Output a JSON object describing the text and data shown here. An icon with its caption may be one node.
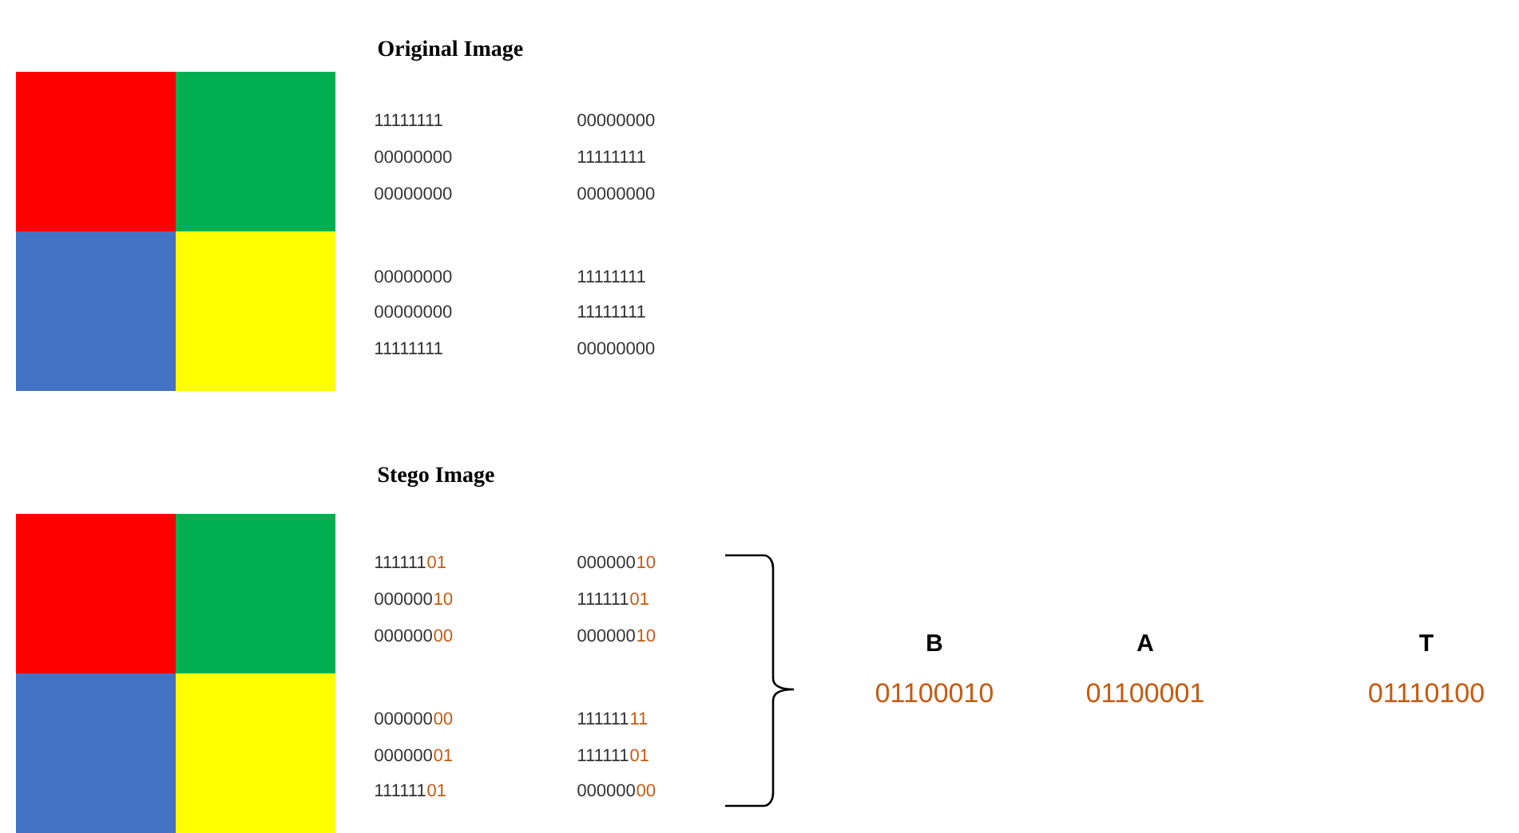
{
  "diagram": {
    "labels": [
      "Original Image",
      "11111111",
      "00000000",
      "00000000",
      "11111111",
      "00000000",
      "00000000",
      "00000000",
      "11111111",
      "00000000",
      "11111111",
      "11111111",
      "00000000",
      "Stego Image",
      "111111",
      "01",
      "000000",
      "10",
      "000000",
      "10",
      "111111",
      "01",
      "000000",
      "00",
      "000000",
      "10",
      "000000",
      "00",
      "111111",
      "11",
      "000000",
      "01",
      "111111",
      "01",
      "111111",
      "01",
      "000000",
      "00",
      "B",
      "A",
      "T",
      "01100010",
      "01100001",
      "01110100"
    ]
  }
}
